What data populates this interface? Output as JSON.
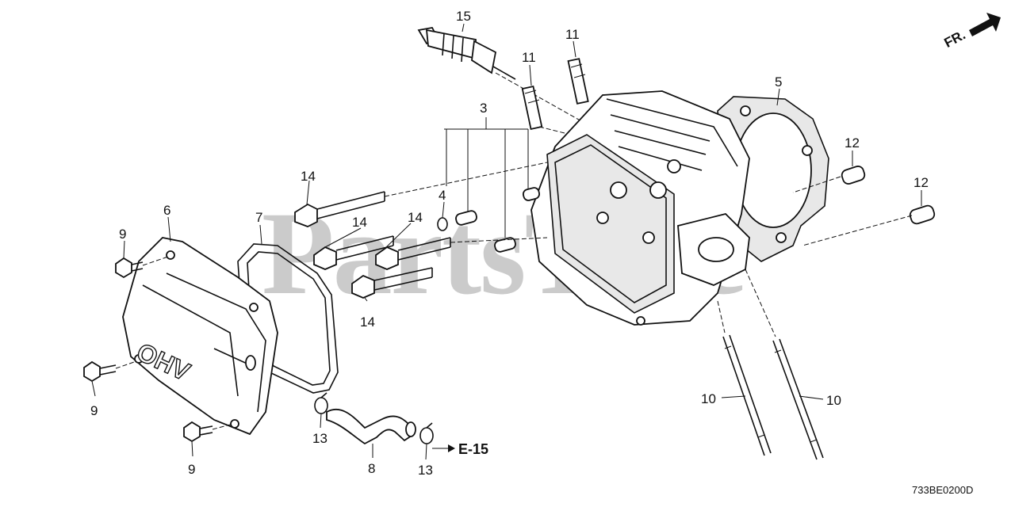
{
  "watermark": "PartsTree",
  "orientation": "FR.",
  "ref_code": "E-15",
  "diagram_code": "733BE0200D",
  "callouts": {
    "spark_plug": "15",
    "stud_a": "11",
    "stud_b": "11",
    "cylinder_head_assy": "3",
    "dowel_pin": "4",
    "gasket": "5",
    "dowel_a": "12",
    "dowel_b": "12",
    "head_cover": "6",
    "cover_gasket": "7",
    "bolt_a": "9",
    "bolt_b": "9",
    "bolt_c": "9",
    "flange_bolt_a": "14",
    "flange_bolt_b": "14",
    "flange_bolt_c": "14",
    "flange_bolt_d": "14",
    "clip_a": "13",
    "clip_b": "13",
    "breather_tube": "8",
    "push_rod_a": "10",
    "push_rod_b": "10"
  },
  "icons": {
    "fr_arrow": "arrow-right-icon",
    "ref_arrow": "arrow-right-icon"
  }
}
